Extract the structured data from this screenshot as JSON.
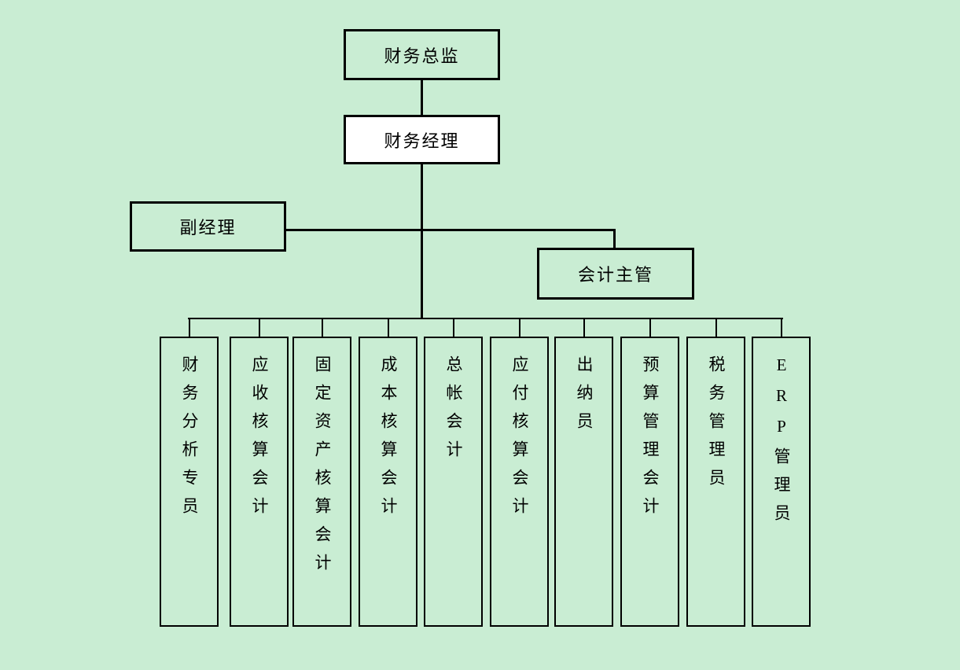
{
  "colors": {
    "background": "#c9edd3",
    "line": "#000000",
    "node_fill_default": "#c9edd3",
    "node_fill_manager": "#ffffff",
    "text": "#000000"
  },
  "org": {
    "director": {
      "label": "财务总监"
    },
    "manager": {
      "label": "财务经理"
    },
    "deputy": {
      "label": "副经理"
    },
    "supervisor": {
      "label": "会计主管"
    },
    "positions": [
      {
        "label": "财务分析专员"
      },
      {
        "label": "应收核算会计"
      },
      {
        "label": "固定资产核算会计"
      },
      {
        "label": "成本核算会计"
      },
      {
        "label": "总帐会计"
      },
      {
        "label": "应付核算会计"
      },
      {
        "label": "出纳员"
      },
      {
        "label": "预算管理会计"
      },
      {
        "label": "税务管理员"
      },
      {
        "label": "ERP管理员"
      }
    ]
  }
}
